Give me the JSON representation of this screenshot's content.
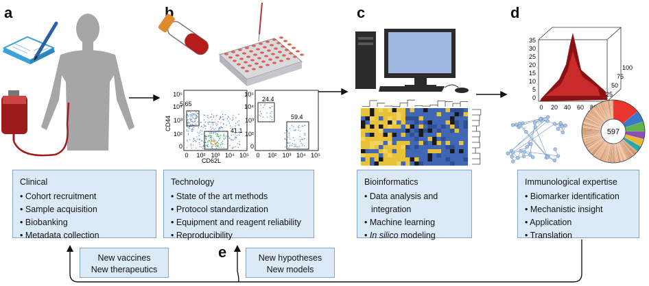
{
  "panels": {
    "a": {
      "letter": "a"
    },
    "b": {
      "letter": "b"
    },
    "c": {
      "letter": "c"
    },
    "d": {
      "letter": "d"
    },
    "e": {
      "letter": "e"
    }
  },
  "boxes": {
    "clinical": {
      "title": "Clinical",
      "items": [
        "Cohort recruitment",
        "Sample acquisition",
        "Biobanking",
        "Metadata collection"
      ]
    },
    "technology": {
      "title": "Technology",
      "items": [
        "State of the art methods",
        "Protocol standardization",
        "Equipment and reagent reliability",
        "Reproducibility"
      ]
    },
    "bioinformatics": {
      "title": "Bioinformatics",
      "items": [
        "Data analysis and",
        "integration",
        "Machine learning",
        "In silico",
        "modeling"
      ]
    },
    "immunological": {
      "title": "Immunological expertise",
      "items": [
        "Biomarker identification",
        "Mechanistic insight",
        "Application",
        "Translation"
      ]
    }
  },
  "loop_boxes": {
    "left": {
      "line1": "New vaccines",
      "line2": "New therapeutics"
    },
    "right": {
      "line1": "New hypotheses",
      "line2": "New models"
    }
  },
  "flow_plot_1": {
    "ylabel": "CD44",
    "xlabel": "CD62L",
    "gate_top": "5.65",
    "gate_bottom": "41.1",
    "y_ticks": [
      "10⁵",
      "10⁴",
      "10³",
      "10²",
      "0"
    ],
    "x_ticks": [
      "0",
      "10²",
      "10³",
      "10⁴",
      "10⁵"
    ]
  },
  "flow_plot_2": {
    "gate_top": "24.4",
    "gate_bottom": "59.4",
    "y_ticks": [
      "10⁵",
      "10⁴",
      "10³",
      "10²",
      "0"
    ],
    "x_ticks": [
      "0",
      "10²",
      "10³",
      "10⁴",
      "10⁵"
    ]
  },
  "plot3d": {
    "z_ticks": [
      "35",
      "30",
      "25",
      "20",
      "15",
      "10",
      "5",
      "0"
    ],
    "x_ticks": [
      "0",
      "20",
      "40",
      "60",
      "80",
      "100"
    ],
    "y_ticks": [
      "100",
      "75",
      "50",
      "25"
    ]
  },
  "pie": {
    "center_value": "597"
  },
  "colors": {
    "box_fill": "#dce9f7",
    "box_border": "#7ea6d4",
    "silhouette": "#a6a6a6",
    "blood": "#9e1b1b"
  }
}
